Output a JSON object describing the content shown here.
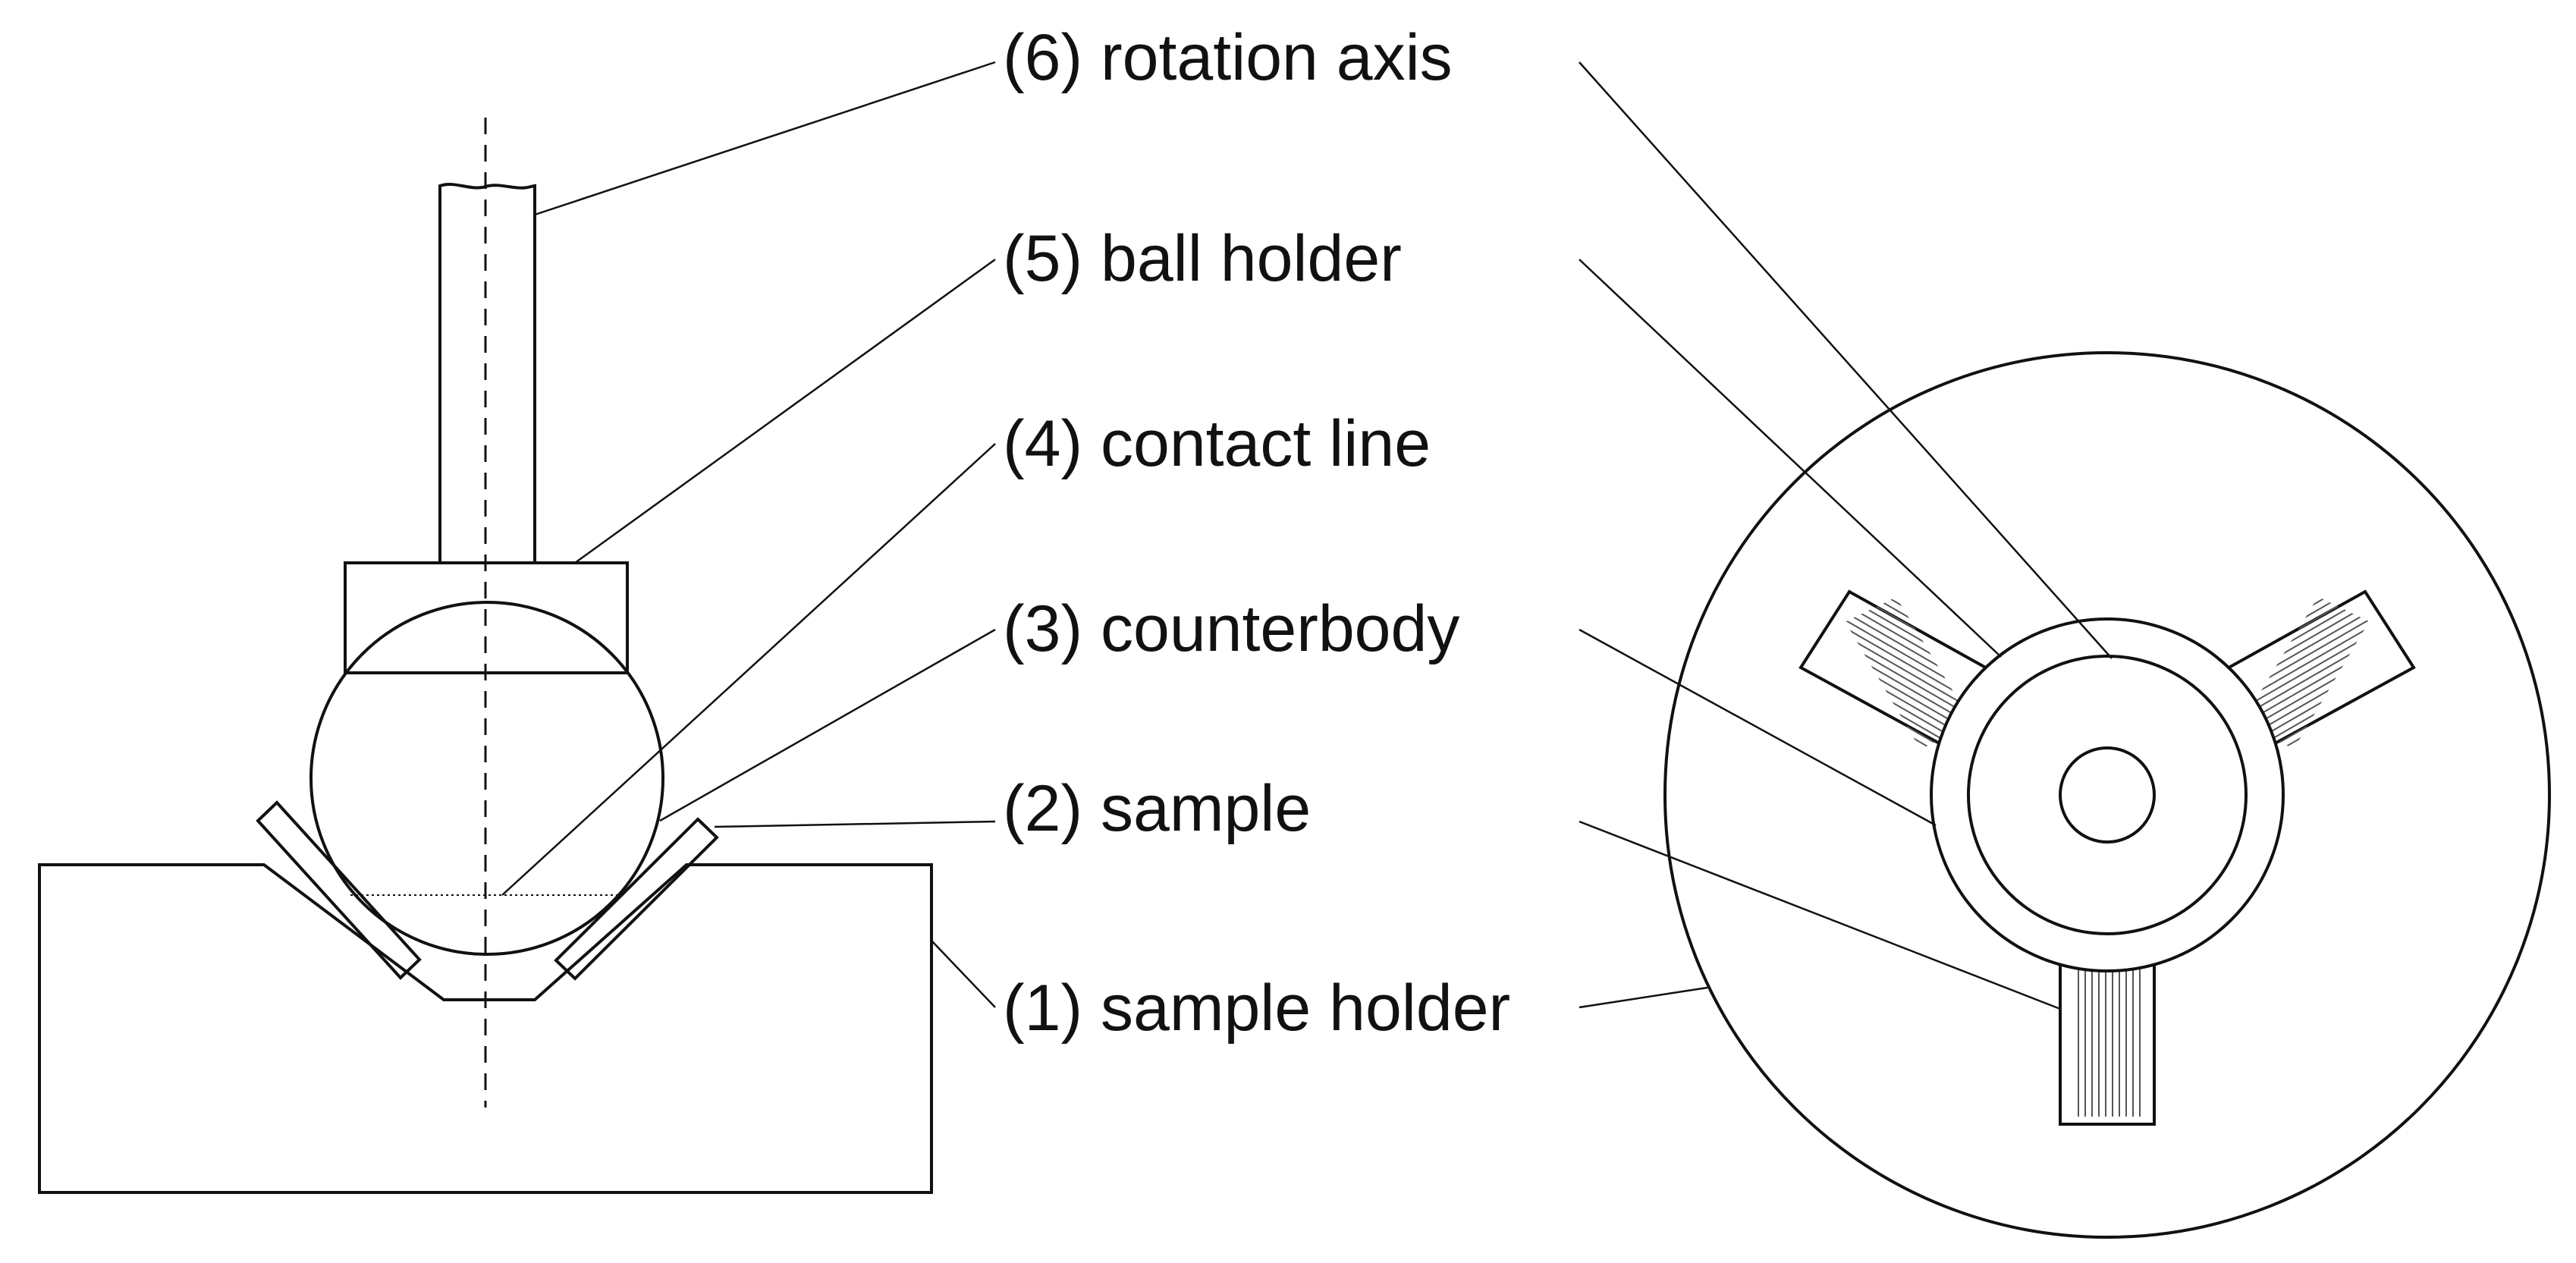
{
  "labels": {
    "rotation_axis": "(6) rotation axis",
    "ball_holder": "(5) ball holder",
    "contact_line": "(4) contact line",
    "counterbody": "(3) counterbody",
    "sample": "(2) sample",
    "sample_holder": "(1) sample holder"
  },
  "colors": {
    "line": "#111111",
    "background": "#ffffff"
  }
}
